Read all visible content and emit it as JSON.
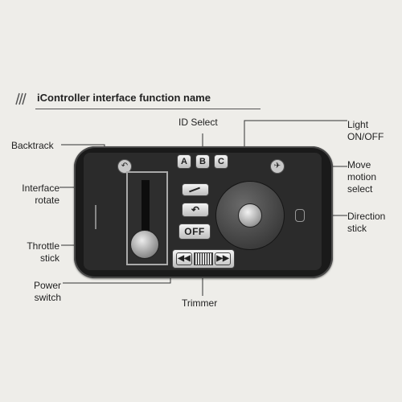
{
  "header": {
    "title": "iController interface function name"
  },
  "labels": {
    "id_select": "ID Select",
    "light": [
      "Light",
      "ON/OFF"
    ],
    "backtrack": "Backtrack",
    "move_motion": [
      "Move",
      "motion",
      "select"
    ],
    "interface_rotate": [
      "Interface",
      "rotate"
    ],
    "direction_stick": [
      "Direction",
      "stick"
    ],
    "throttle_stick": [
      "Throttle",
      "stick"
    ],
    "power_switch": [
      "Power",
      "switch"
    ],
    "trimmer": "Trimmer"
  },
  "controller": {
    "id_buttons": [
      "A",
      "B",
      "C"
    ],
    "power_button": "OFF",
    "rotate_symbol": "↶",
    "trimmer_left": "◀◀",
    "trimmer_right": "▶▶",
    "backtrack_symbol": "↶",
    "move_symbol": "✈"
  }
}
